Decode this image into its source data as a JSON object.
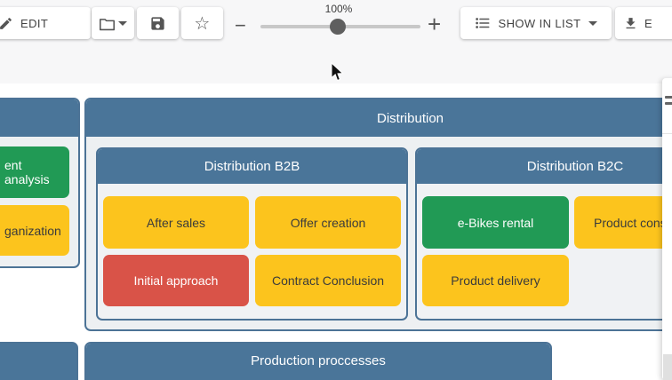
{
  "toolbar": {
    "edit_label": "EDIT",
    "folder_button": {
      "icon": "folder-icon"
    },
    "save_button": {
      "icon": "save-icon"
    },
    "favorite_button": {
      "icon": "star-icon"
    },
    "zoom": {
      "level_label": "100%",
      "minus": "−",
      "plus": "+"
    },
    "show_in_list_label": "SHOW IN LIST",
    "export_label": "E"
  },
  "icons": {
    "star": "☆",
    "minus": "−",
    "plus": "+"
  },
  "colors": {
    "header_blue": "#4a7599",
    "container_border": "#4c7396",
    "container_body": "#edf0f2",
    "card_green": "#219a55",
    "card_yellow": "#fcc41d",
    "card_red": "#d95348",
    "topbar_bg": "#f7f7f8"
  },
  "diagram": {
    "left_group": {
      "cards": [
        {
          "label": "ent analysis",
          "color": "green"
        },
        {
          "label": "ganization",
          "color": "yellow"
        }
      ]
    },
    "distribution": {
      "title": "Distribution",
      "b2b": {
        "title": "Distribution B2B",
        "cards": [
          {
            "label": "After sales",
            "color": "yellow"
          },
          {
            "label": "Offer creation",
            "color": "yellow"
          },
          {
            "label": "Initial approach",
            "color": "red"
          },
          {
            "label": "Contract Conclusion",
            "color": "yellow"
          }
        ]
      },
      "b2c": {
        "title": "Distribution B2C",
        "cards": [
          {
            "label": "e-Bikes rental",
            "color": "green"
          },
          {
            "label": "Product consu",
            "color": "yellow"
          },
          {
            "label": "Product delivery",
            "color": "yellow"
          }
        ]
      }
    },
    "production": {
      "title": "Production proccesses"
    }
  }
}
